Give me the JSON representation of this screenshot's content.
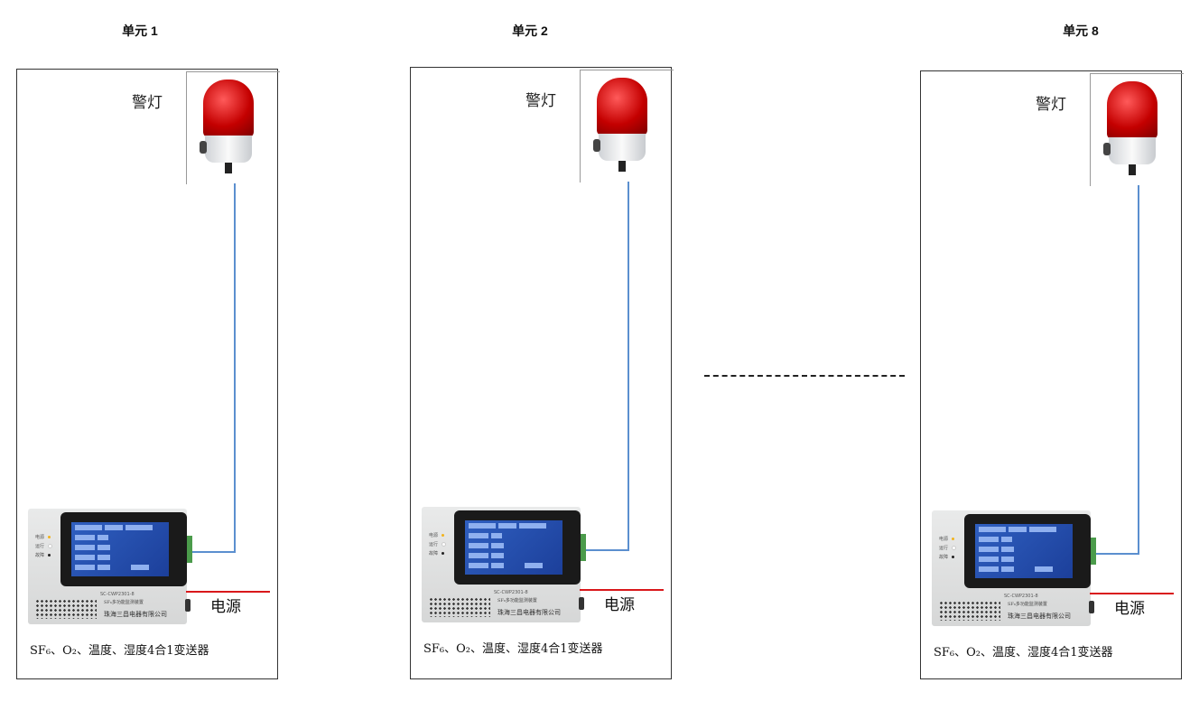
{
  "units": [
    {
      "title": "单元 1",
      "lamp_label": "警灯",
      "power_label": "电源",
      "caption": "SF₆、O₂、温度、湿度4合1变送器"
    },
    {
      "title": "单元 2",
      "lamp_label": "警灯",
      "power_label": "电源",
      "caption": "SF₆、O₂、温度、湿度4合1变送器"
    },
    {
      "title": "单元 8",
      "lamp_label": "警灯",
      "power_label": "电源",
      "caption": "SF₆、O₂、温度、湿度4合1变送器"
    }
  ],
  "device": {
    "model": "SC-CWP2301-8",
    "name": "SF₆多功能监测装置",
    "company": "珠海三昌电器有限公司",
    "leds": [
      "电源",
      "运行",
      "故障"
    ]
  },
  "colors": {
    "signal_wire": "#5b8fcf",
    "power_wire": "#d9181b",
    "lamp": "#c40000"
  }
}
